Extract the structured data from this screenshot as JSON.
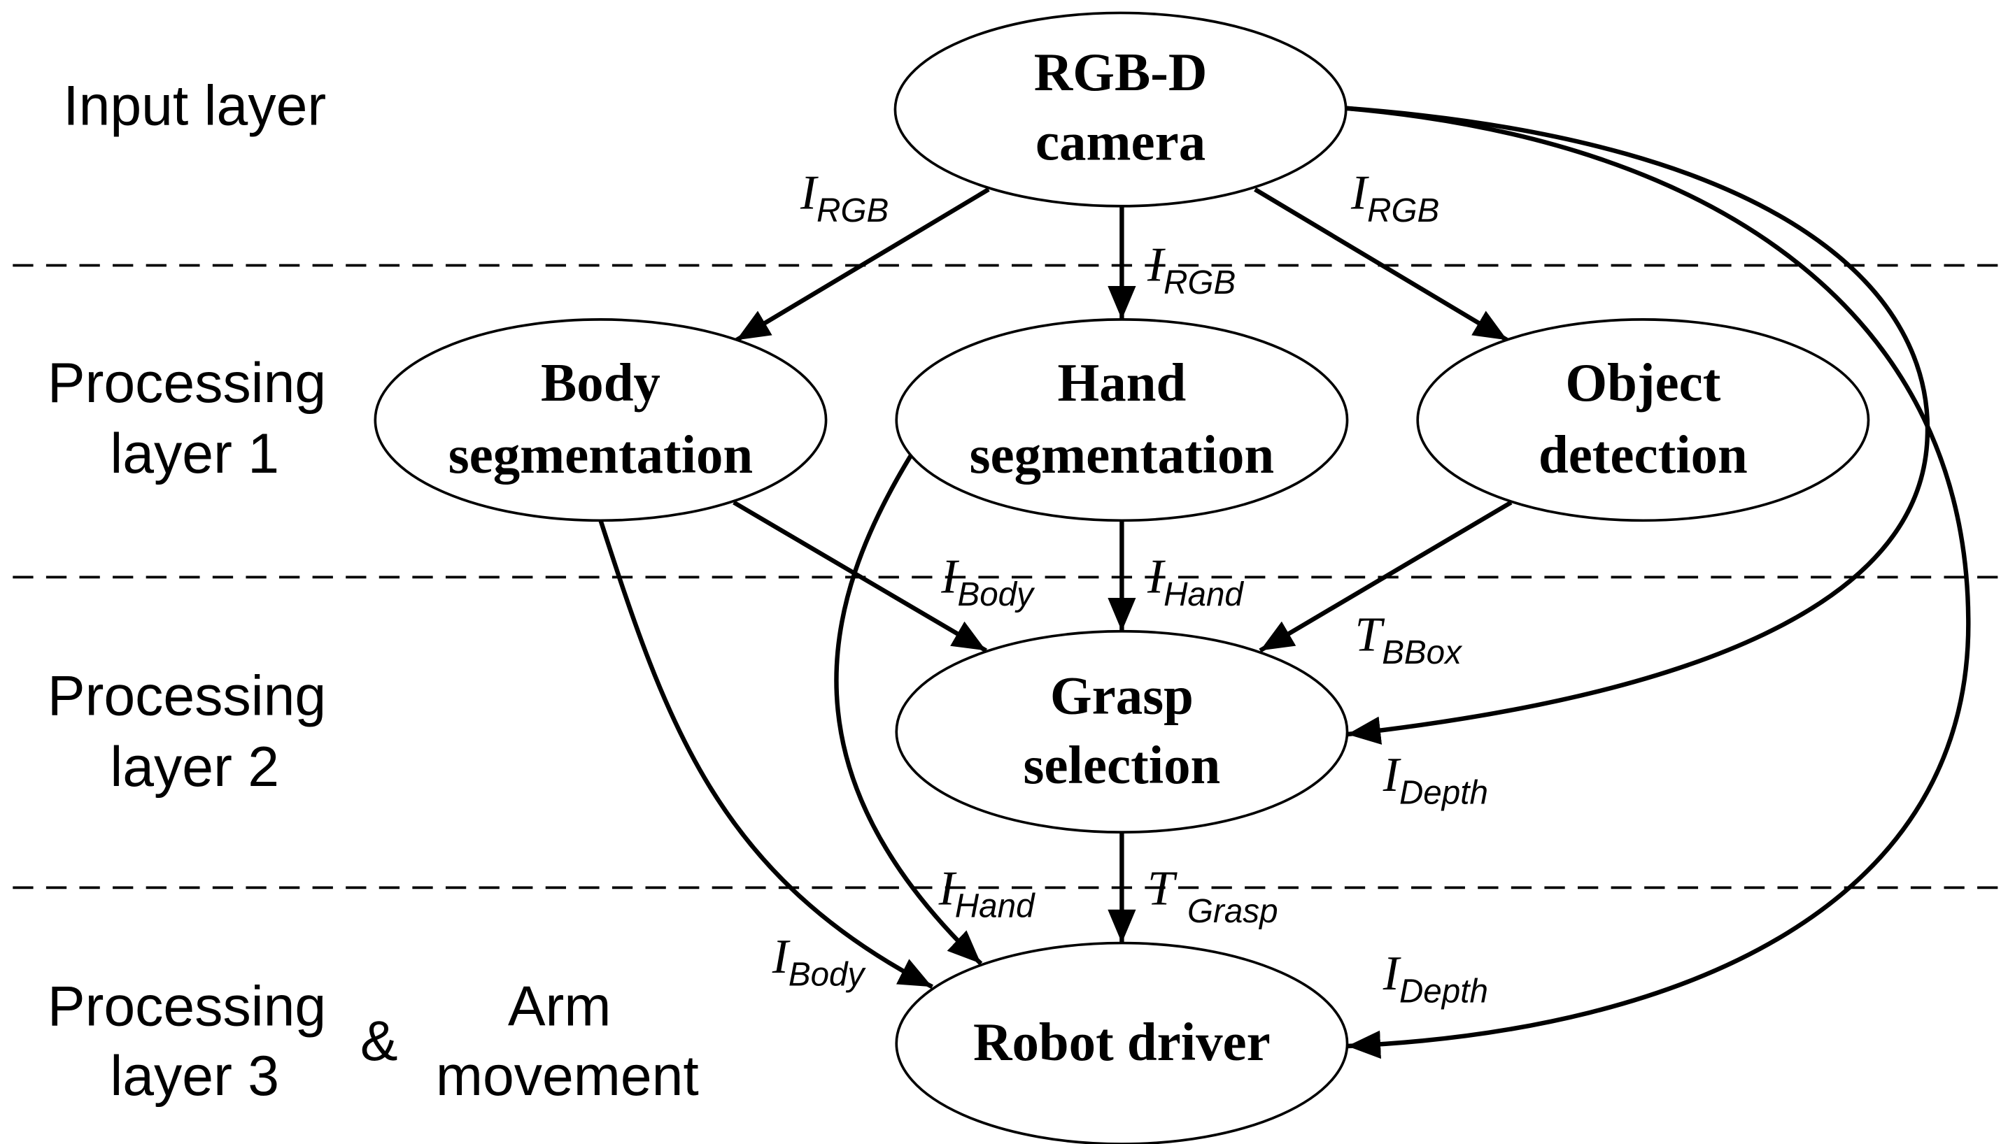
{
  "layers": [
    {
      "id": "input",
      "label_lines": [
        "Input layer"
      ]
    },
    {
      "id": "p1",
      "label_lines": [
        "Processing",
        "layer 1"
      ]
    },
    {
      "id": "p2",
      "label_lines": [
        "Processing",
        "layer 2"
      ]
    },
    {
      "id": "p3",
      "label_lines": [
        "Processing",
        "layer 3"
      ]
    }
  ],
  "ampersand": "&",
  "arm_movement": [
    "Arm",
    "movement"
  ],
  "nodes": {
    "camera": [
      "RGB-D",
      "camera"
    ],
    "body": [
      "Body",
      "segmentation"
    ],
    "hand": [
      "Hand",
      "segmentation"
    ],
    "object": [
      "Object",
      "detection"
    ],
    "grasp": [
      "Grasp",
      "selection"
    ],
    "robot": [
      "Robot driver"
    ]
  },
  "edges": [
    {
      "id": "cam-body",
      "from": "camera",
      "to": "body",
      "label": {
        "main": "I",
        "sub": "RGB"
      }
    },
    {
      "id": "cam-hand",
      "from": "camera",
      "to": "hand",
      "label": {
        "main": "I",
        "sub": "RGB"
      }
    },
    {
      "id": "cam-object",
      "from": "camera",
      "to": "object",
      "label": {
        "main": "I",
        "sub": "RGB"
      }
    },
    {
      "id": "body-grasp",
      "from": "body",
      "to": "grasp",
      "label": {
        "main": "I",
        "sub": "Body"
      }
    },
    {
      "id": "hand-grasp",
      "from": "hand",
      "to": "grasp",
      "label": {
        "main": "I",
        "sub": "Hand"
      }
    },
    {
      "id": "object-grasp",
      "from": "object",
      "to": "grasp",
      "label": {
        "main": "T",
        "sub": "BBox"
      }
    },
    {
      "id": "cam-grasp",
      "from": "camera",
      "to": "grasp",
      "label": {
        "main": "I",
        "sub": "Depth"
      }
    },
    {
      "id": "grasp-robot",
      "from": "grasp",
      "to": "robot",
      "label": {
        "main": "T",
        "sub": "Grasp"
      }
    },
    {
      "id": "hand-robot",
      "from": "hand",
      "to": "robot",
      "label": {
        "main": "I",
        "sub": "Hand"
      }
    },
    {
      "id": "body-robot",
      "from": "body",
      "to": "robot",
      "label": {
        "main": "I",
        "sub": "Body"
      }
    },
    {
      "id": "cam-robot",
      "from": "camera",
      "to": "robot",
      "label": {
        "main": "I",
        "sub": "Depth"
      }
    }
  ]
}
